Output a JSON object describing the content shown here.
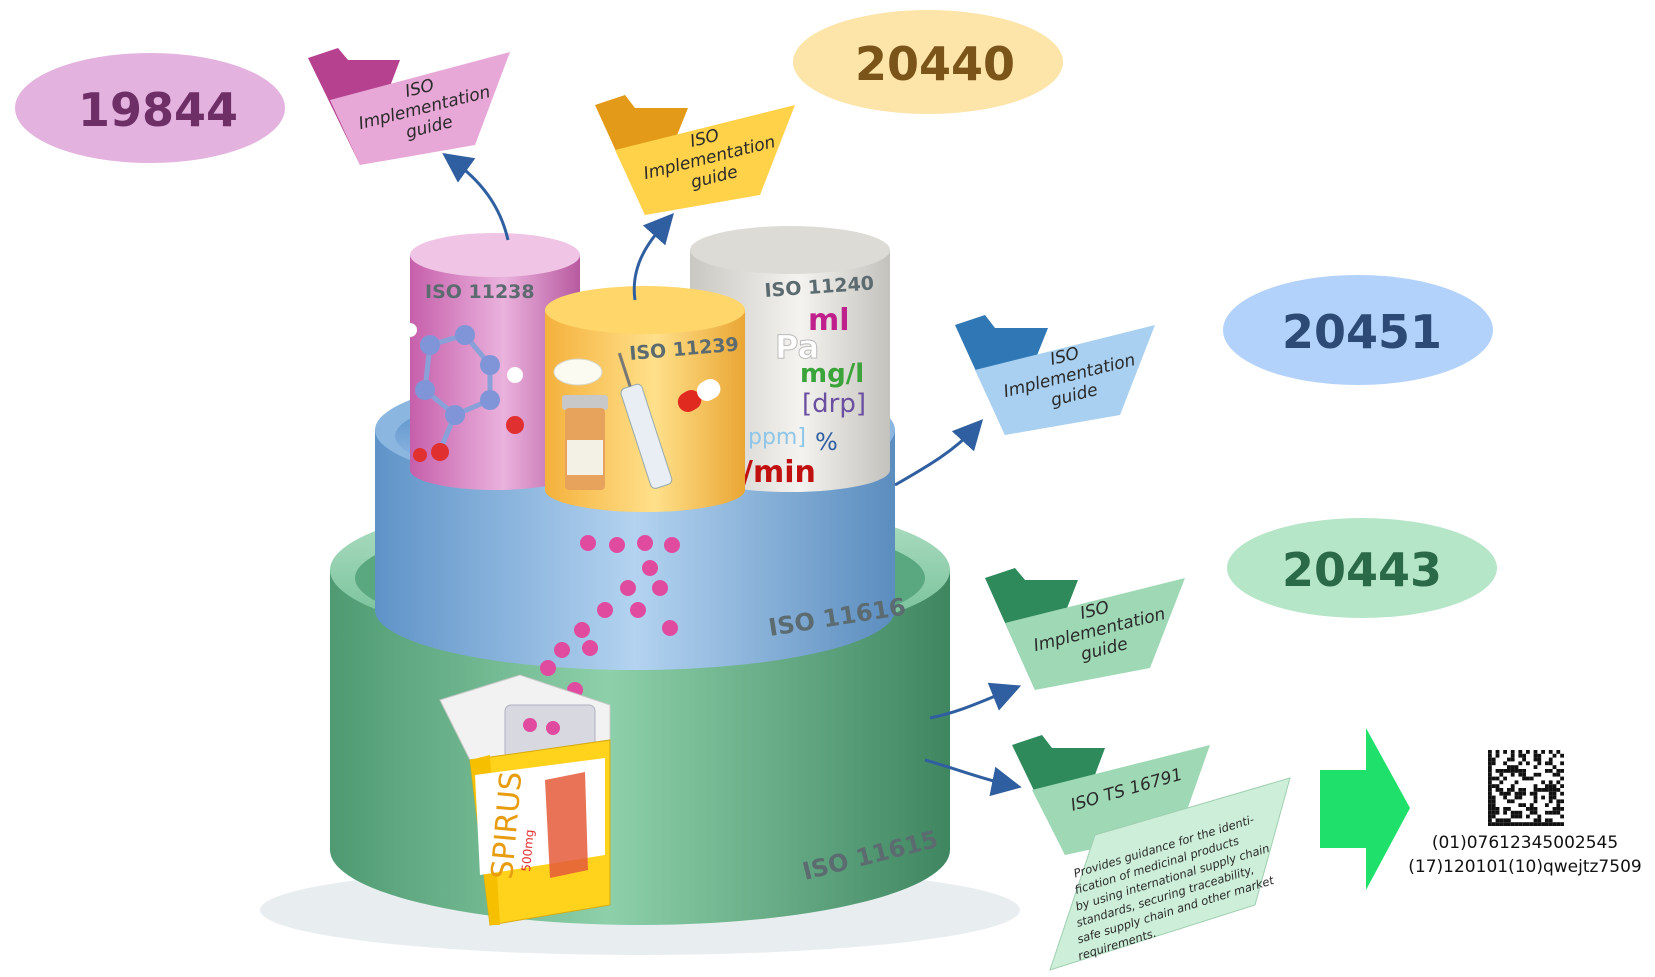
{
  "standards": {
    "n19844": {
      "label": "19844",
      "color": "#e3b2df",
      "text_color": "#6e2f66"
    },
    "n20440": {
      "label": "20440",
      "color": "#fde4a8",
      "text_color": "#7a5418"
    },
    "n20451": {
      "label": "20451",
      "color": "#b3d2fb",
      "text_color": "#2c4a75"
    },
    "n20443": {
      "label": "20443",
      "color": "#b6e6c8",
      "text_color": "#2b6a49"
    }
  },
  "folders": {
    "pink": {
      "line1": "ISO",
      "line2": "Implementation",
      "line3": "guide"
    },
    "yellow": {
      "line1": "ISO",
      "line2": "Implementation",
      "line3": "guide"
    },
    "blue": {
      "line1": "ISO",
      "line2": "Implementation",
      "line3": "guide"
    },
    "green": {
      "line1": "ISO",
      "line2": "Implementation",
      "line3": "guide"
    },
    "ts": {
      "title": "ISO TS 16791"
    }
  },
  "ts_description": [
    "Provides guidance for the identi-",
    "fication of medicinal products",
    "by using international supply chain",
    "standards, securing traceability,",
    "safe supply chain and other market",
    "requirements."
  ],
  "cylinders": {
    "iso11238": "ISO 11238",
    "iso11239": "ISO 11239",
    "iso11240": "ISO 11240",
    "iso11616": "ISO 11616",
    "iso11615": "ISO 11615"
  },
  "units": {
    "ml": "ml",
    "pa": "Pa",
    "mgl": "mg/l",
    "drp": "[drp]",
    "ppm": "ppm]",
    "pct": "%",
    "min": "/min"
  },
  "package": {
    "brand": "SPIRUS",
    "dose": "500mg"
  },
  "barcode": {
    "line1": "(01)07612345002545",
    "line2": "(17)120101(10)qwejtz7509"
  },
  "colors": {
    "arrow": "#2f5fa0",
    "big_arrow": "#1fe06a"
  }
}
